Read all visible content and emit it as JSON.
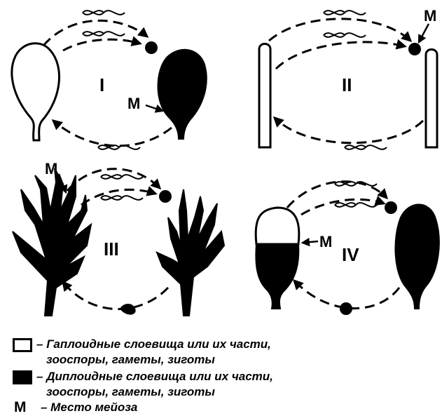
{
  "diagram": {
    "panels": [
      {
        "id": "I",
        "label": "I",
        "meiosis_label": "M"
      },
      {
        "id": "II",
        "label": "II",
        "meiosis_label": "M"
      },
      {
        "id": "III",
        "label": "III",
        "meiosis_label": "M"
      },
      {
        "id": "IV",
        "label": "IV",
        "meiosis_label": "M"
      }
    ]
  },
  "legend": {
    "haploid": {
      "dash": "– ",
      "line1": "Гаплоидные слоевища или их части,",
      "line2": "зооспоры, гаметы, зиготы"
    },
    "diploid": {
      "dash": "– ",
      "line1": "Диплоидные слоевища или их части,",
      "line2": "зооспоры, гаметы, зиготы"
    },
    "meiosis": {
      "symbol": "М",
      "text": "– Место мейоза"
    }
  },
  "colors": {
    "haploid": "#ffffff",
    "diploid": "#000000",
    "stroke": "#000000"
  }
}
